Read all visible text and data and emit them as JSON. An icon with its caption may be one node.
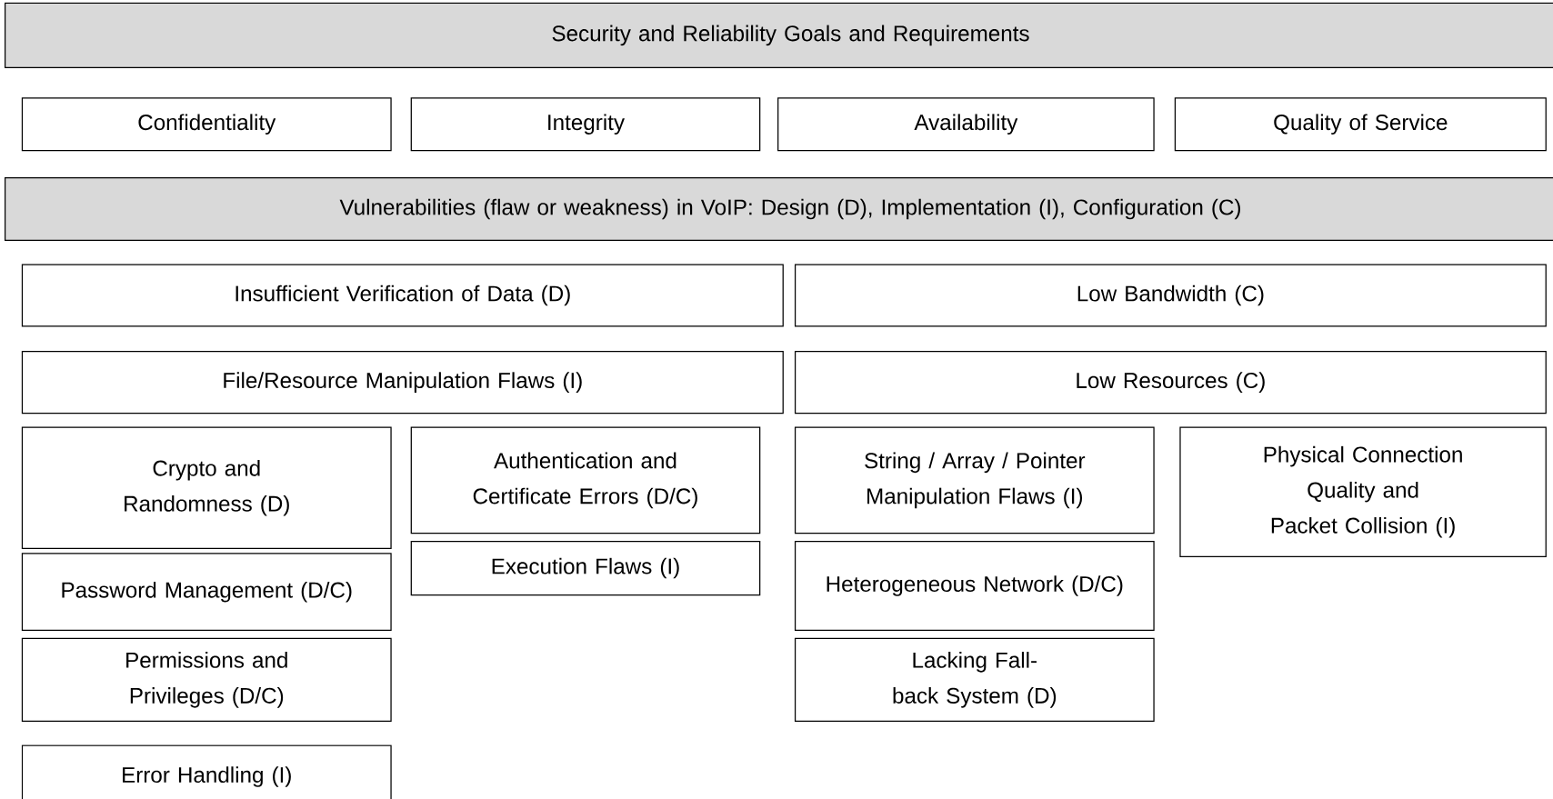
{
  "diagram": {
    "nodes": [
      {
        "text": [
          "Security and Reliability Goals and Requirements"
        ]
      },
      {
        "text": [
          "Confidentiality"
        ]
      },
      {
        "text": [
          "Integrity"
        ]
      },
      {
        "text": [
          "Availability"
        ]
      },
      {
        "text": [
          "Quality of Service"
        ]
      },
      {
        "text": [
          "Vulnerabilities (flaw or weakness) in VoIP: Design (D), Implementation (I), Configuration (C)"
        ]
      },
      {
        "text": [
          "Insufficient Verification of Data (D)"
        ]
      },
      {
        "text": [
          "Low Bandwidth (C)"
        ]
      },
      {
        "text": [
          "File/Resource Manipulation Flaws (I)"
        ]
      },
      {
        "text": [
          "Low Resources (C)"
        ]
      },
      {
        "text": [
          "Crypto and Randomness (D)"
        ]
      },
      {
        "text": [
          "Authentication and Certificate Errors (D/C)"
        ]
      },
      {
        "text": [
          "String / Array / Pointer Manipulation Flaws (I)"
        ]
      },
      {
        "text": [
          "Physical Connection Quality and Packet Collision (I)"
        ]
      },
      {
        "text": [
          "Password Management (D/C)"
        ]
      },
      {
        "text": [
          "Execution Flaws (I)"
        ]
      },
      {
        "text": [
          "Heterogeneous Network (D/C)"
        ]
      },
      {
        "text": [
          "Permissions and Privileges (D/C)"
        ]
      },
      {
        "text": [
          "Lacking Fall-back System (D)"
        ]
      },
      {
        "text": [
          "Error Handling (I)"
        ]
      }
    ]
  }
}
